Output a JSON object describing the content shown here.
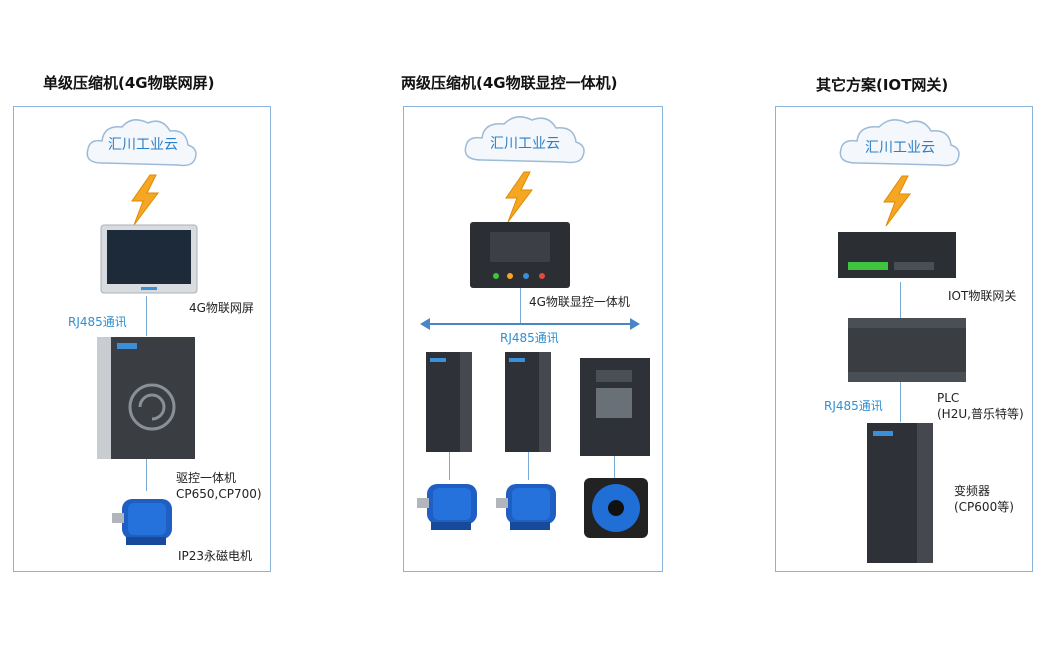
{
  "sections": [
    {
      "title": "单级压缩机(4G物联网屏)",
      "cloud": "汇川工业云",
      "device_label": "4G物联网屏",
      "link_label": "RJ485通讯",
      "drive_label_1": "驱控一体机",
      "drive_label_2": "CP650,CP700)",
      "motor_label": "IP23永磁电机"
    },
    {
      "title": "两级压缩机(4G物联显控一体机)",
      "cloud": "汇川工业云",
      "device_label": "4G物联显控一体机",
      "link_label": "RJ485通讯"
    },
    {
      "title": "其它方案(IOT网关)",
      "cloud": "汇川工业云",
      "gateway_label": "IOT物联网关",
      "plc_label_1": "PLC",
      "plc_label_2": "(H2U,普乐特等)",
      "link_label": "RJ485通讯",
      "inverter_label_1": "变频器",
      "inverter_label_2": "(CP600等)"
    }
  ],
  "colors": {
    "panel_border": "#8ab4d9",
    "link_text": "#2f8fd1",
    "lightning": "#f5a623",
    "device_dark": "#2b2e33"
  }
}
